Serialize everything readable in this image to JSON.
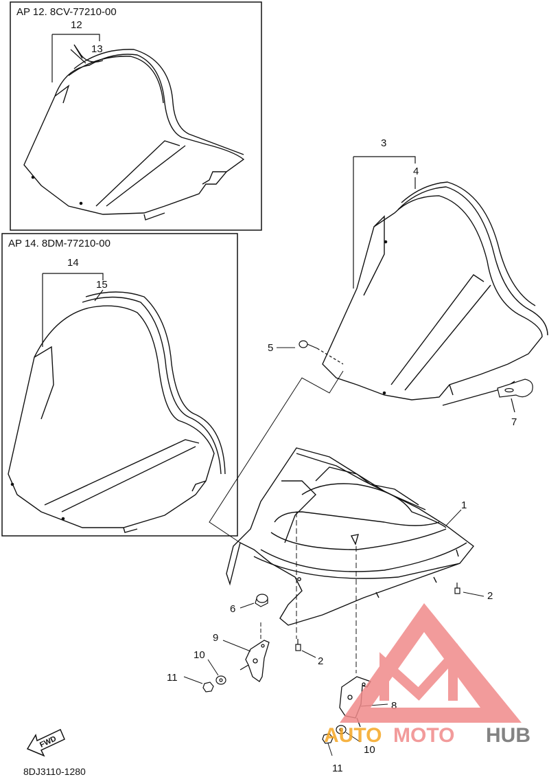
{
  "insets": [
    {
      "id": "inset-12",
      "title": "AP 12. 8CV-77210-00"
    },
    {
      "id": "inset-14",
      "title": "AP 14. 8DM-77210-00"
    }
  ],
  "callouts": {
    "c1": "1",
    "c2a": "2",
    "c2b": "2",
    "c3": "3",
    "c4": "4",
    "c5": "5",
    "c6": "6",
    "c7": "7",
    "c8": "8",
    "c9": "9",
    "c10a": "10",
    "c10b": "10",
    "c11a": "11",
    "c11b": "11",
    "c12": "12",
    "c13": "13",
    "c14": "14",
    "c15": "15"
  },
  "fwd_label": "FWD",
  "diagram_code": "8DJ3110-1280",
  "watermark": {
    "text_auto": "AUTO",
    "text_moto": "MOTO",
    "text_hub": "HUB",
    "color_red": "#f08a8a",
    "color_orange": "#f5a623",
    "color_gray": "#6e6e6e"
  }
}
